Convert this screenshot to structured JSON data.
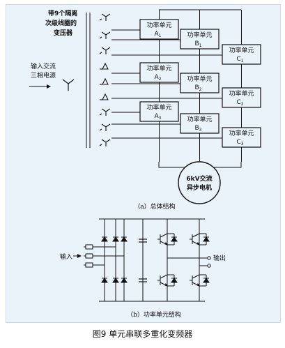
{
  "transformer_label": [
    "带9个隔离",
    "次级线圈的",
    "变压器"
  ],
  "input_label": [
    "输入交流",
    "三相电源"
  ],
  "power_units": [
    {
      "title": "功率单元",
      "id": "A",
      "sub": "1"
    },
    {
      "title": "功率单元",
      "id": "B",
      "sub": "1"
    },
    {
      "title": "功率单元",
      "id": "C",
      "sub": "1"
    },
    {
      "title": "功率单元",
      "id": "A",
      "sub": "2"
    },
    {
      "title": "功率单元",
      "id": "B",
      "sub": "2"
    },
    {
      "title": "功率单元",
      "id": "C",
      "sub": "2"
    },
    {
      "title": "功率单元",
      "id": "A",
      "sub": "3"
    },
    {
      "title": "功率单元",
      "id": "B",
      "sub": "3"
    },
    {
      "title": "功率单元",
      "id": "C",
      "sub": "3"
    }
  ],
  "motor_label": [
    "6kV交流",
    "异步电机"
  ],
  "caption_a": "（a）总体结构",
  "cell_input_label": "输入",
  "cell_output_label": "输出",
  "caption_b": "（b）功率单元结构",
  "figure_caption": "图9  单元串联多重化变频器"
}
